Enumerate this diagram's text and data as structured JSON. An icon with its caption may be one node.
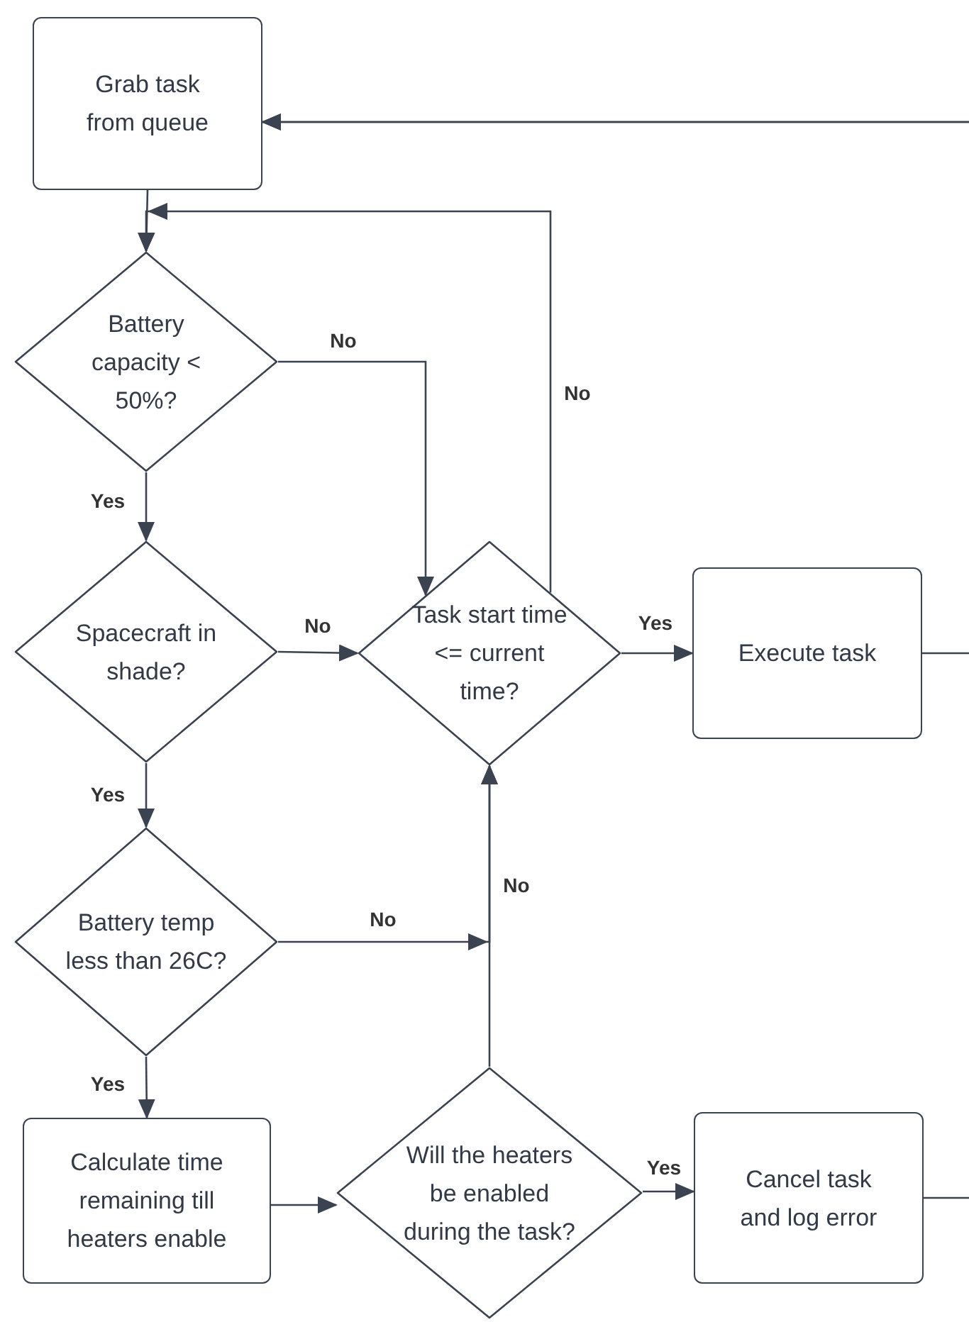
{
  "diagram": {
    "nodes": [
      {
        "text": [
          "Grab task from queue"
        ]
      },
      {
        "text": [
          "Battery capacity < 50%?"
        ]
      },
      {
        "text": [
          "Spacecraft in shade?"
        ]
      },
      {
        "text": [
          "Task start time <= current time?"
        ]
      },
      {
        "text": [
          "Execute task"
        ]
      },
      {
        "text": [
          "Battery temp less than 26C?"
        ]
      },
      {
        "text": [
          "Calculate time remaining till heaters enable"
        ]
      },
      {
        "text": [
          "Will the heaters be enabled during the task?"
        ]
      },
      {
        "text": [
          "Cancel task and log error"
        ]
      }
    ],
    "edges": [
      {
        "from": 0,
        "to": 1,
        "arrow": "to"
      },
      {
        "from": 1,
        "to": 2,
        "arrow": "to",
        "label": "Yes"
      },
      {
        "from": 1,
        "to": 3,
        "arrow": "to",
        "label": "No"
      },
      {
        "from": 2,
        "to": 3,
        "arrow": "to",
        "label": "No"
      },
      {
        "from": 2,
        "to": 5,
        "arrow": "to",
        "label": "Yes"
      },
      {
        "from": 3,
        "to": 4,
        "arrow": "to",
        "label": "Yes"
      },
      {
        "from": 3,
        "to": 1,
        "arrow": "to",
        "label": "No"
      },
      {
        "from": 5,
        "to": 3,
        "arrow": "to",
        "label": "No"
      },
      {
        "from": 5,
        "to": 6,
        "arrow": "to",
        "label": "Yes"
      },
      {
        "from": 6,
        "to": 7,
        "arrow": "to"
      },
      {
        "from": 7,
        "to": 3,
        "arrow": "to",
        "label": "No"
      },
      {
        "from": 7,
        "to": 8,
        "arrow": "to",
        "label": "Yes"
      },
      {
        "from": 4,
        "to": 0,
        "arrow": "to"
      },
      {
        "from": 8,
        "to": 0,
        "arrow": "to"
      }
    ]
  }
}
